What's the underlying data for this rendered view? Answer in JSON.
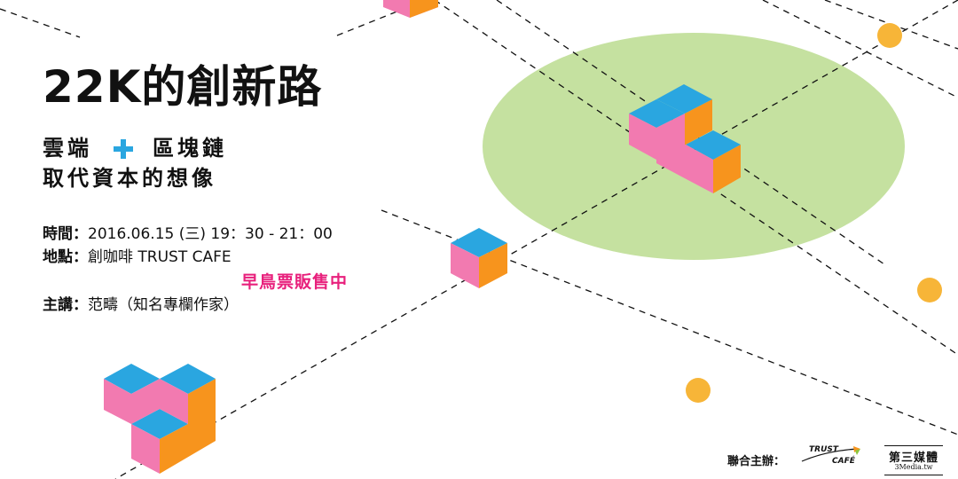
{
  "title": "22K的創新路",
  "subtitle": {
    "line1_left": "雲端",
    "line1_right": "區塊鏈",
    "line2": "取代資本的想像"
  },
  "info": {
    "time_label": "時間：",
    "time_value": "2016.06.15 (三)  19：30 - 21：00",
    "venue_label": "地點：",
    "venue_value": "創咖啡 TRUST CAFE",
    "speaker_label": "主講：",
    "speaker_value": "范疇（知名專欄作家）"
  },
  "early_bird": "早鳥票販售中",
  "cohost_label": "聯合主辦：",
  "logos": {
    "trust_top": "TRUST",
    "trust_bottom": "CAFÉ",
    "third_media": "第三媒體",
    "third_media_url": "3Media.tw"
  },
  "colors": {
    "cube_top": "#2aa6e0",
    "cube_left": "#f27ab0",
    "cube_right": "#f7941d",
    "circle_fill": "#c5e1a0",
    "dot": "#f7b538",
    "accent_pink": "#e8207c"
  }
}
